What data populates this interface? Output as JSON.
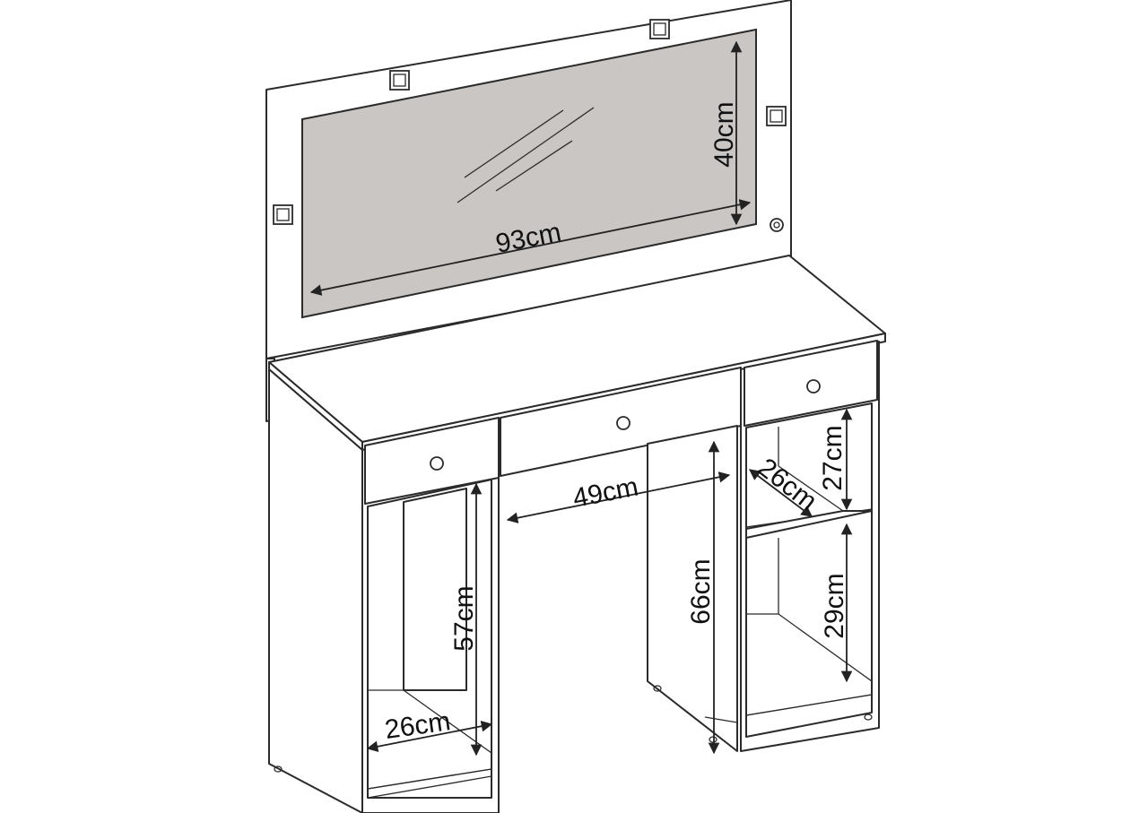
{
  "dimensions": {
    "mirror_width": "93cm",
    "mirror_height": "40cm",
    "kneehole_width": "49cm",
    "kneehole_height": "66cm",
    "left_opening_height": "57cm",
    "left_shelf_depth": "26cm",
    "right_upper_height": "27cm",
    "right_upper_depth": "26cm",
    "right_lower_height": "29cm"
  },
  "colors": {
    "line": "#2b2b2b",
    "mirror_fill": "#c9c6c4",
    "background": "#ffffff"
  }
}
